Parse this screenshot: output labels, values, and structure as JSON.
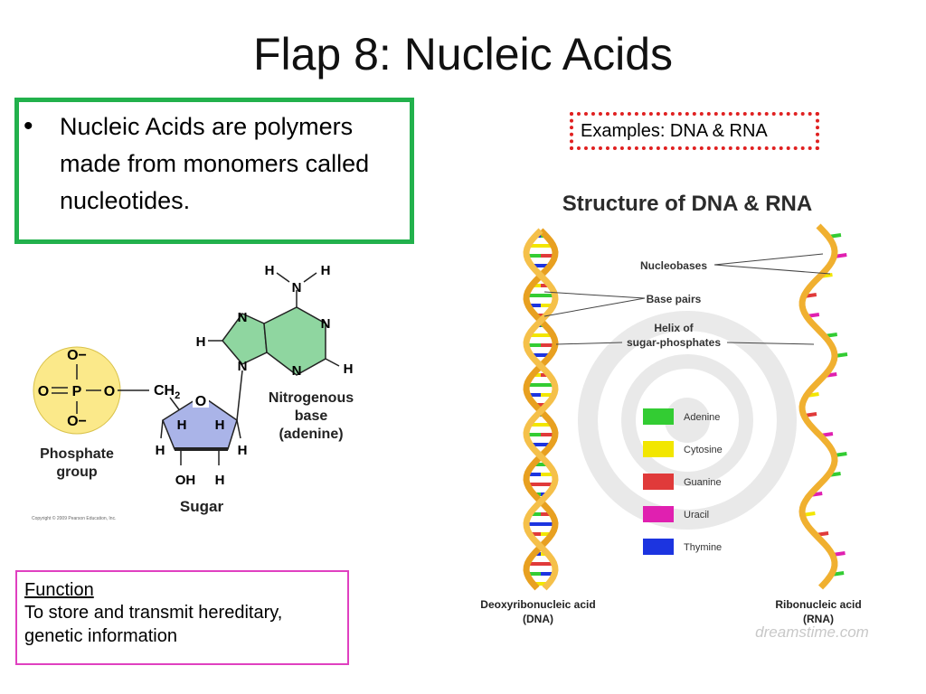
{
  "slide": {
    "title": "Flap 8: Nucleic Acids",
    "bullet": "Nucleic Acids are polymers made from monomers called nucleotides.",
    "examples": "Examples:  DNA & RNA",
    "function_title": "Function",
    "function_text": "To store and transmit hereditary, genetic information"
  },
  "nucleotide": {
    "phosphate_o_top": "O−",
    "phosphate_o_left": "O",
    "phosphate_p": "P",
    "phosphate_o_right": "O",
    "phosphate_o_bottom": "O−",
    "phosphate_label_1": "Phosphate",
    "phosphate_label_2": "group",
    "ch2_main": "CH",
    "ch2_sub": "2",
    "sugar_o": "O",
    "sugar_h1": "H",
    "sugar_h2": "H",
    "sugar_h3": "H",
    "sugar_h4": "H",
    "sugar_oh": "OH",
    "sugar_h5": "H",
    "sugar_label": "Sugar",
    "base_h_top_left": "H",
    "base_h_top_right": "H",
    "base_n_amino": "N",
    "base_n1": "N",
    "base_n2": "N",
    "base_n3": "N",
    "base_n4": "N",
    "base_h_left": "H",
    "base_h_right": "H",
    "base_label_1": "Nitrogenous",
    "base_label_2": "base",
    "base_label_3": "(adenine)",
    "copyright": "Copyright © 2009 Pearson Education, Inc."
  },
  "dna_rna": {
    "title": "Structure of DNA & RNA",
    "label_nucleobases": "Nucleobases",
    "label_base_pairs": "Base pairs",
    "label_helix_1": "Helix of",
    "label_helix_2": "sugar-phosphates",
    "legend": [
      {
        "name": "Adenine",
        "color": "#33cc33"
      },
      {
        "name": "Cytosine",
        "color": "#f2e600"
      },
      {
        "name": "Guanine",
        "color": "#e03a3a"
      },
      {
        "name": "Uracil",
        "color": "#e020b0"
      },
      {
        "name": "Thymine",
        "color": "#1c34e0"
      }
    ],
    "dna_label_1": "Deoxyribonucleic acid",
    "dna_label_2": "(DNA)",
    "rna_label_1": "Ribonucleic acid",
    "rna_label_2": "(RNA)",
    "watermark": "dreamstime.com"
  },
  "colors": {
    "bullet_border": "#22b14c",
    "examples_border": "#e02020",
    "function_border": "#e040c0",
    "phosphate_fill": "#fbe98a",
    "sugar_fill": "#aab4e8",
    "base_fill": "#8fd6a0",
    "backbone": "#f2b233"
  }
}
